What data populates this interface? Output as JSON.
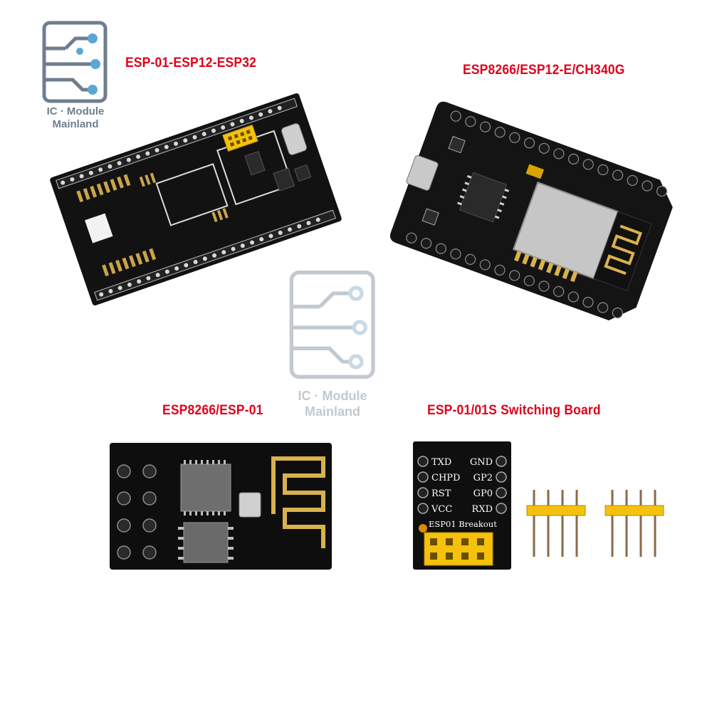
{
  "brand": {
    "line1": "IC · Module",
    "line2": "Mainland",
    "watermark_line1": "IC · Module",
    "watermark_line2": "Mainland"
  },
  "products": [
    {
      "title": "ESP-01-ESP12-ESP32"
    },
    {
      "title": "ESP8266/ESP12-E/CH340G"
    },
    {
      "title": "ESP8266/ESP-01"
    },
    {
      "title": "ESP-01/01S Switching Board"
    }
  ],
  "breakout_board": {
    "labels_left": [
      "TXD",
      "CHPD",
      "RST",
      "VCC"
    ],
    "labels_right": [
      "GND",
      "GP2",
      "GP0",
      "RXD"
    ],
    "caption": "ESP01  Breakout"
  },
  "colors": {
    "title": "#e0001b",
    "pcb": "#121212",
    "header": "#f4c20d",
    "logo": "#6f7e8e",
    "watermark": "#c2c9d0"
  }
}
